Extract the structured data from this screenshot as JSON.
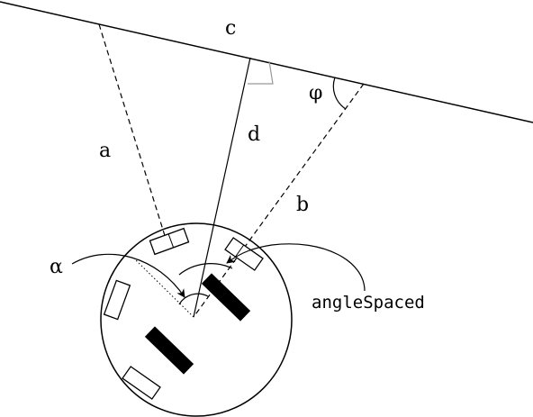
{
  "labels": {
    "wall": "c",
    "ray_left": "a",
    "perpendicular": "d",
    "ray_right": "b",
    "angle_alpha": "α",
    "angle_phi": "φ",
    "angle_spaced": "angleSpaced"
  },
  "colors": {
    "ink": "#000000",
    "right_angle_marker": "#999999",
    "background": "#ffffff"
  }
}
